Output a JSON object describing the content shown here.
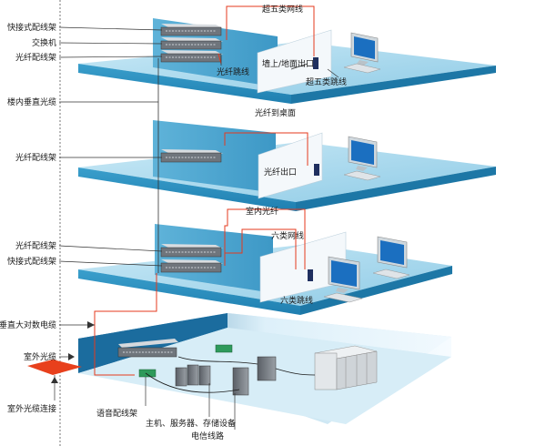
{
  "labels": {
    "quick_patch_panel_top": "快接式配线架",
    "switch": "交换机",
    "fiber_patch_panel_top": "光纤配线架",
    "building_vertical_fiber": "楼内垂直光缆",
    "fiber_patch_panel_2": "光纤配线架",
    "fiber_patch_panel_3": "光纤配线架",
    "quick_patch_panel_3": "快接式配线架",
    "vertical_multipair_cable": "垂直大对数电缆",
    "outdoor_fiber": "室外光缆",
    "outdoor_fiber_connection": "室外光缆连接",
    "cat5e_cable": "超五类网线",
    "fiber_jumper": "光纤跳线",
    "wall_floor_outlet": "墙上/地面出口",
    "cat5e_jumper": "超五类跳线",
    "fiber_to_desk": "光纤到桌面",
    "fiber_outlet": "光纤出口",
    "indoor_fiber": "室内光纤",
    "cat6_cable": "六类网线",
    "cat6_jumper": "六类跳线",
    "voice_patch_panel": "语音配线架",
    "host_server_storage": "主机、服务器、存储设备",
    "telecom_line": "电信线路"
  },
  "colors": {
    "floor_top": "#9ed4ec",
    "floor_side": "#2c8fbf",
    "wall_blue": "#4aa6cf",
    "cable_red": "#e53a1e",
    "leader_line": "#333333",
    "outdoor_pad": "#e8401c"
  }
}
